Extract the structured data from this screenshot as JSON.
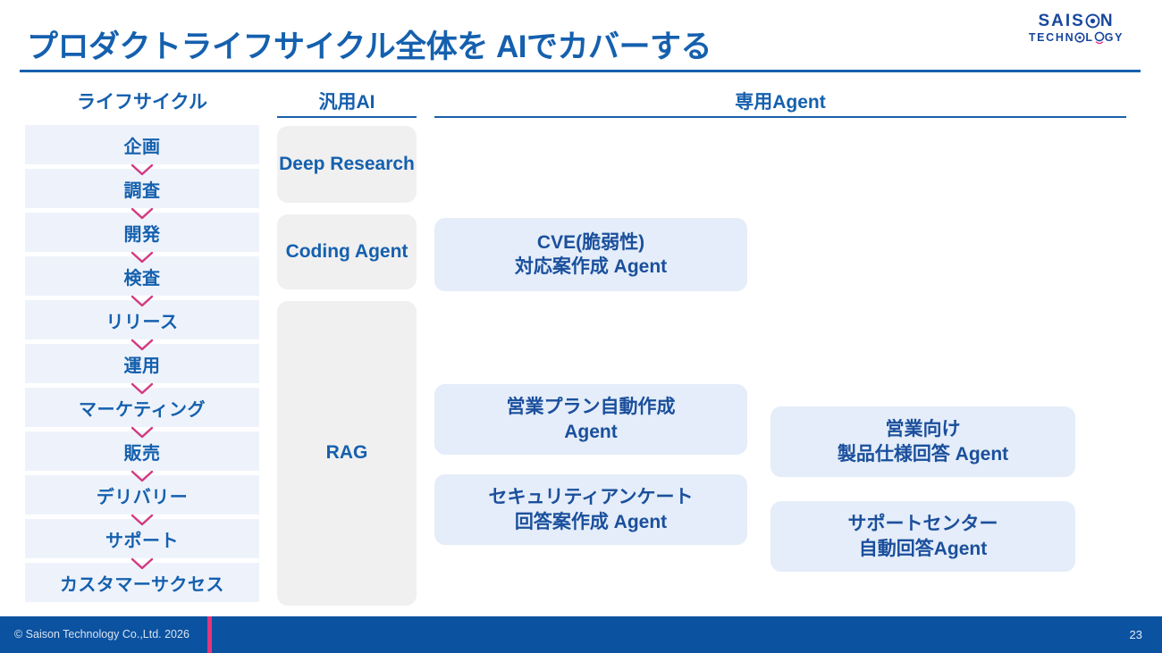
{
  "slide": {
    "title": "プロダクトライフサイクル全体を AIでカバーする",
    "page_number": "23",
    "accent_blue": "#1560ae",
    "accent_pink": "#e5337e",
    "footer_blue": "#0b52a0",
    "band_blue": "#eef3fb",
    "card_blue": "#e4edf9",
    "gray_box": "#f0f0f0"
  },
  "logo": {
    "main": "SAIS",
    "main_tail": "N",
    "sub_part1": "TECHN",
    "sub_part2": "L",
    "sub_part3": "GY",
    "full_text": "SAISON TECHNOLOGY"
  },
  "headers": {
    "lifecycle": "ライフサイクル",
    "general_ai": "汎用AI",
    "dedicated_agent": "専用Agent"
  },
  "lifecycle": {
    "items": [
      {
        "label": "企画"
      },
      {
        "label": "調査"
      },
      {
        "label": "開発"
      },
      {
        "label": "検査"
      },
      {
        "label": "リリース"
      },
      {
        "label": "運用"
      },
      {
        "label": "マーケティング"
      },
      {
        "label": "販売"
      },
      {
        "label": "デリバリー"
      },
      {
        "label": "サポート"
      },
      {
        "label": "カスタマーサクセス"
      }
    ]
  },
  "general_ai": {
    "boxes": [
      {
        "label": "Deep\nResearch"
      },
      {
        "label": "Coding\nAgent"
      },
      {
        "label": "RAG"
      }
    ]
  },
  "agents": {
    "cve": "CVE(脆弱性)\n対応案作成 Agent",
    "sales_plan": "営業プラン自動作成\nAgent",
    "security_survey": "セキュリティアンケート\n回答案作成 Agent",
    "product_spec": "営業向け\n製品仕様回答 Agent",
    "support_center": "サポートセンター\n自動回答Agent"
  },
  "footer": {
    "copyright": "© Saison Technology Co.,Ltd. 2026",
    "page": "23"
  }
}
